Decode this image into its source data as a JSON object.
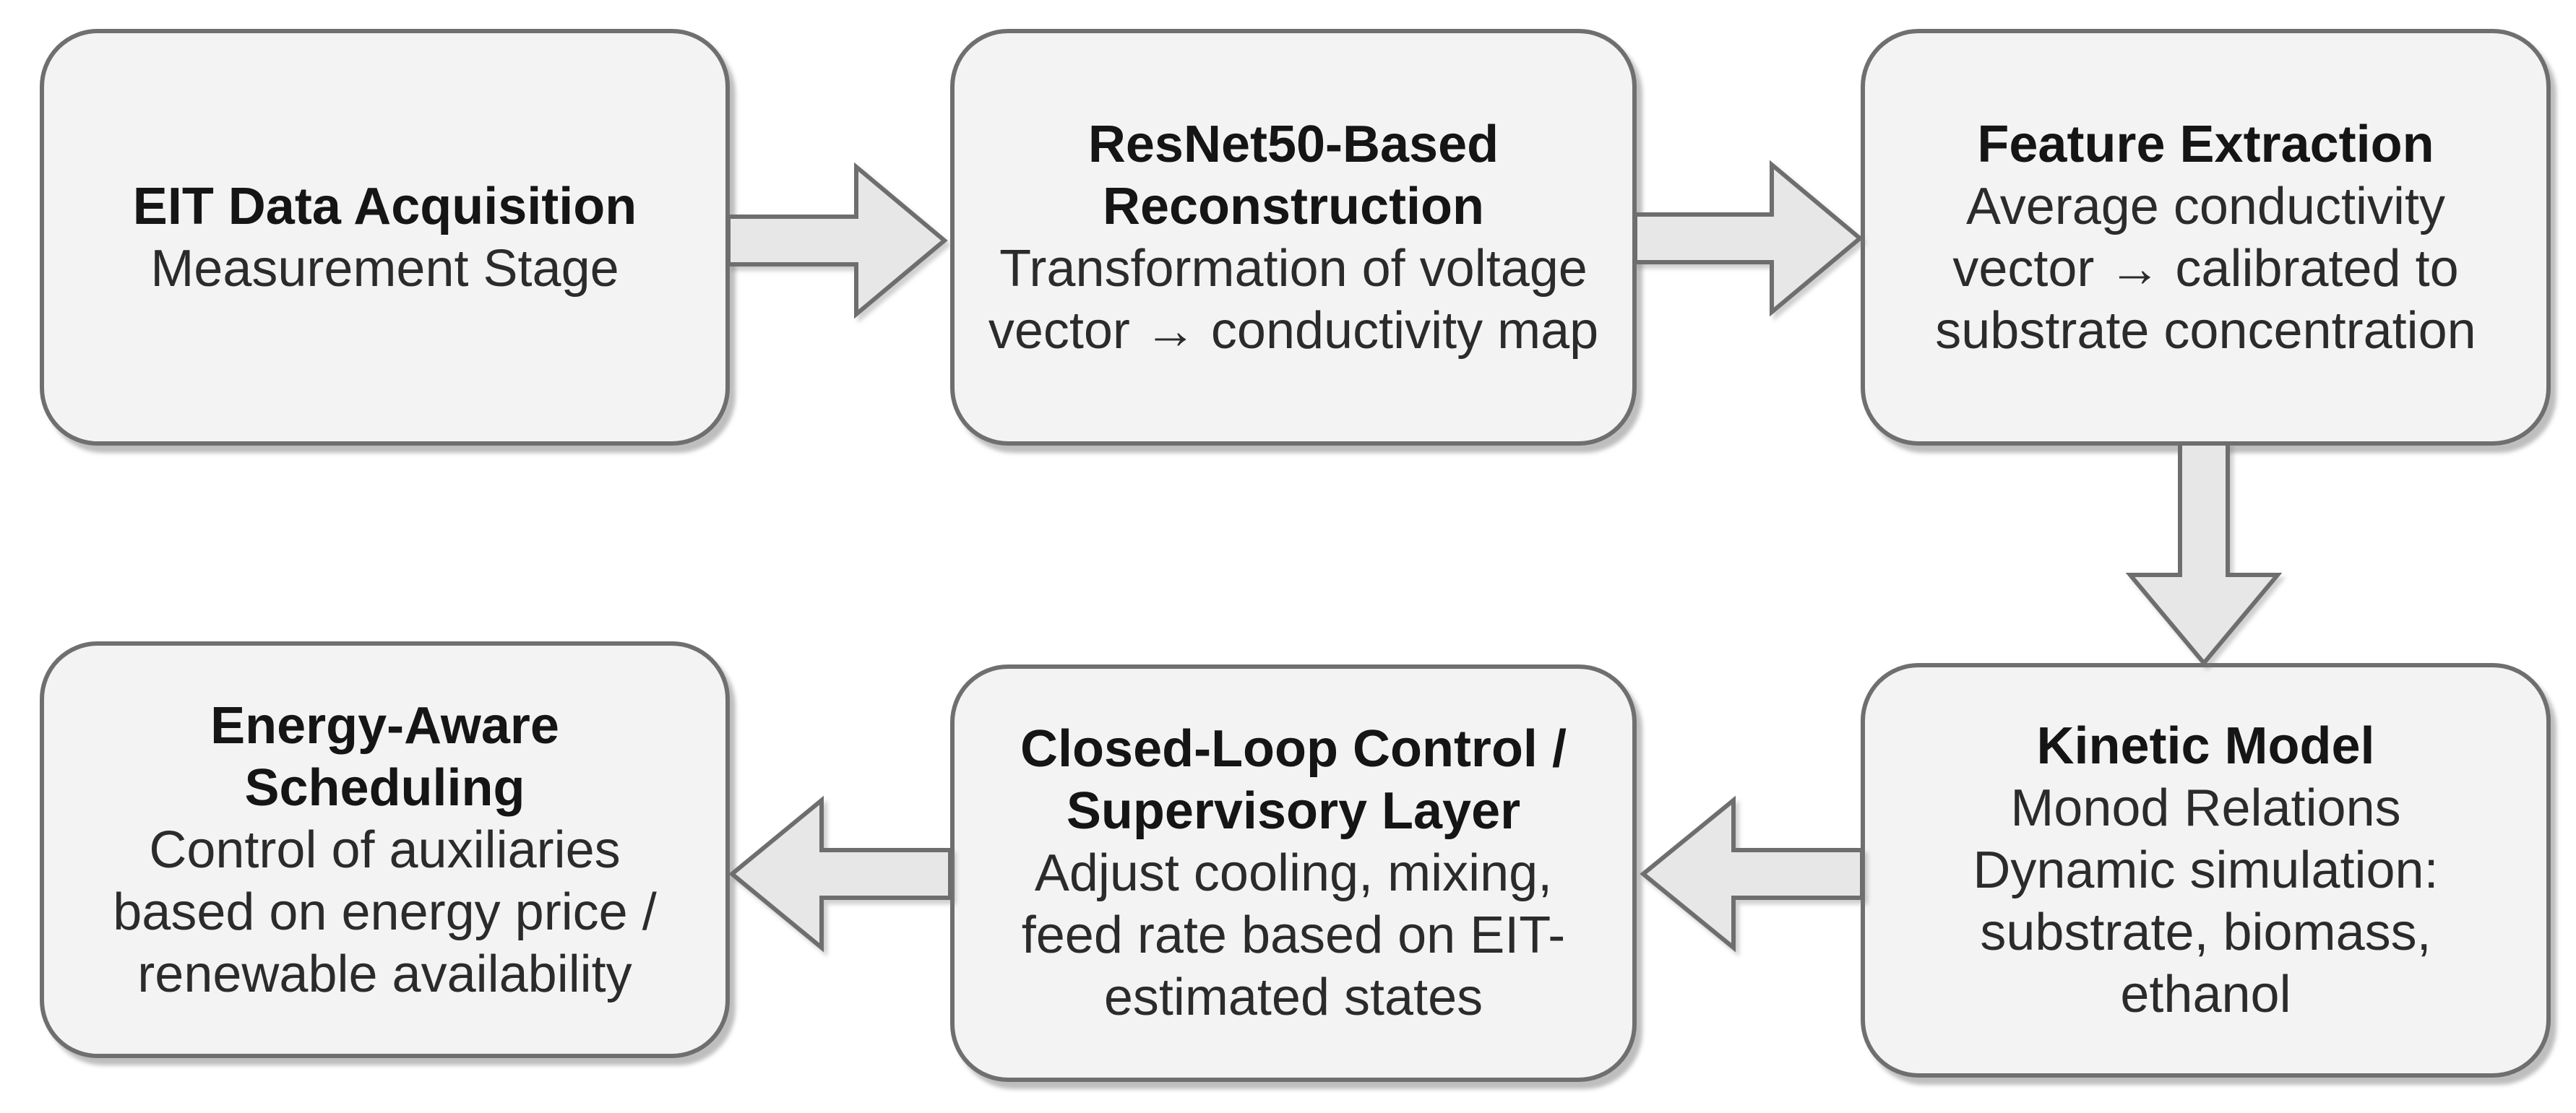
{
  "diagram": {
    "type": "flowchart",
    "colors": {
      "box_fill": "#f3f3f3",
      "box_border": "#6f6f6f",
      "arrow_fill": "#e7e7e7",
      "arrow_border": "#6e6e6e",
      "title_color": "#151515",
      "body_color": "#2b2b2b",
      "page_bg": "#ffffff"
    },
    "boxes": [
      {
        "id": "eit-data-acquisition",
        "title_lines": [
          "EIT Data Acquisition"
        ],
        "body_lines": [
          "Measurement Stage"
        ]
      },
      {
        "id": "resnet50-based-reconstruction",
        "title_lines": [
          "ResNet50-Based",
          "Reconstruction"
        ],
        "body_lines": [
          "Transformation of voltage",
          "vector → conductivity map"
        ]
      },
      {
        "id": "feature-extraction",
        "title_lines": [
          "Feature Extraction"
        ],
        "body_lines": [
          "Average conductivity",
          "vector → calibrated to",
          "substrate concentration"
        ]
      },
      {
        "id": "kinetic-model",
        "title_lines": [
          "Kinetic Model"
        ],
        "body_lines": [
          "Monod Relations",
          "Dynamic simulation:",
          "substrate, biomass,",
          "ethanol"
        ]
      },
      {
        "id": "closed-loop-control-supervisory-layer",
        "title_lines": [
          "Closed-Loop Control /",
          "Supervisory Layer"
        ],
        "body_lines": [
          "Adjust cooling, mixing,",
          "feed rate based on EIT-",
          "estimated states"
        ]
      },
      {
        "id": "energy-aware-scheduling",
        "title_lines": [
          "Energy-Aware",
          "Scheduling"
        ],
        "body_lines": [
          "Control of auxiliaries",
          "based on energy price /",
          "renewable availability"
        ]
      }
    ],
    "arrows": [
      {
        "from": "eit-data-acquisition",
        "to": "resnet50-based-reconstruction",
        "direction": "right"
      },
      {
        "from": "resnet50-based-reconstruction",
        "to": "feature-extraction",
        "direction": "right"
      },
      {
        "from": "feature-extraction",
        "to": "kinetic-model",
        "direction": "down"
      },
      {
        "from": "kinetic-model",
        "to": "closed-loop-control-supervisory-layer",
        "direction": "left"
      },
      {
        "from": "closed-loop-control-supervisory-layer",
        "to": "energy-aware-scheduling",
        "direction": "left"
      }
    ]
  }
}
